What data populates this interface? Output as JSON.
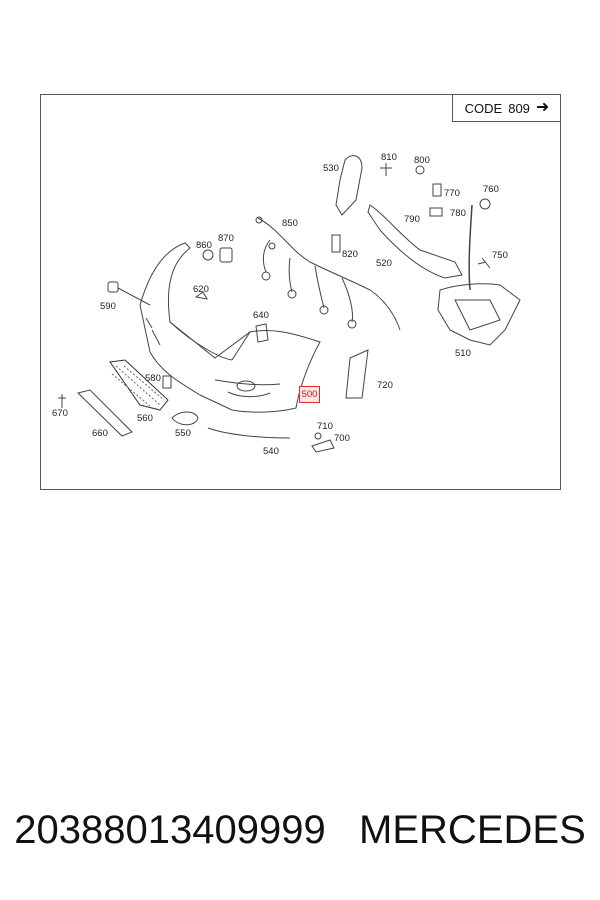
{
  "diagram": {
    "code_label": "CODE",
    "code_value": "809",
    "code_arrow": "➜",
    "highlighted_part": "500",
    "part_numbers": {
      "p530": "530",
      "p810": "810",
      "p800": "800",
      "p770": "770",
      "p760": "760",
      "p790": "790",
      "p780": "780",
      "p850": "850",
      "p860": "860",
      "p870": "870",
      "p820": "820",
      "p520": "520",
      "p750": "750",
      "p620": "620",
      "p590": "590",
      "p640": "640",
      "p510": "510",
      "p580": "580",
      "p720": "720",
      "p670": "670",
      "p560": "560",
      "p660": "660",
      "p550": "550",
      "p710": "710",
      "p700": "700",
      "p540": "540"
    }
  },
  "footer": {
    "part_code": "20388013409999",
    "brand": "MERCEDES"
  }
}
